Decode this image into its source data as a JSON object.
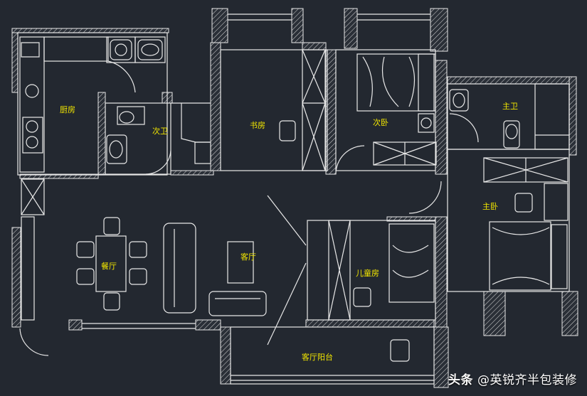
{
  "colors": {
    "background": "#232830",
    "line": "#e8e8e8",
    "label": "#f2e600",
    "watermark": "#ffffff"
  },
  "rooms": {
    "kitchen": "厨房",
    "second_bath": "次卫",
    "study": "书房",
    "second_bedroom": "次卧",
    "master_bath": "主卫",
    "master_bedroom": "主卧",
    "dining": "餐厅",
    "living": "客厅",
    "kids_room": "儿童房",
    "balcony": "客厅阳台"
  },
  "watermark": {
    "brand": "头条",
    "handle": "@英锐齐半包装修"
  }
}
